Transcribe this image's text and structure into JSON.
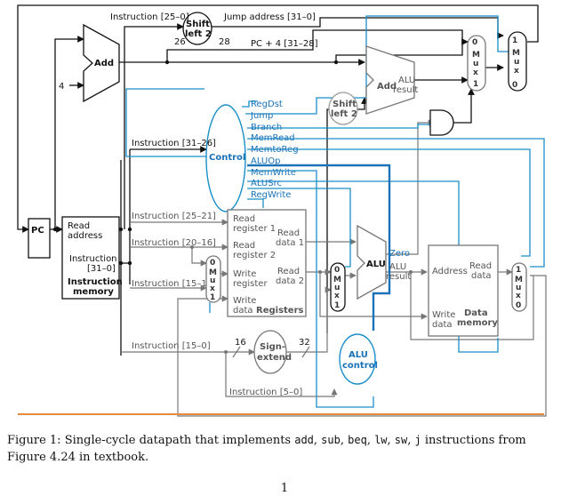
{
  "diagram": {
    "top_labels": {
      "instruction_25_0": "Instruction [25–0]",
      "jump_address": "Jump address [31–0]",
      "pc_plus_4": "PC + 4 [31–28]",
      "bits_26": "26",
      "bits_28": "28"
    },
    "shift_left_top": [
      "Shift",
      "left 2"
    ],
    "shift_left_mid": [
      "Shift",
      "left 2"
    ],
    "add_label": "Add",
    "four_label": "4",
    "add_alu": {
      "add": "Add",
      "alu": "ALU",
      "result": "result"
    },
    "pc_label": "PC",
    "instruction_memory": {
      "read_address": [
        "Read",
        "address"
      ],
      "instruction": [
        "Instruction",
        "[31–0]"
      ],
      "name": [
        "Instruction",
        "memory"
      ]
    },
    "control": {
      "label": "Control",
      "input_label": "Instruction [31–26]",
      "signals": [
        "RegDst",
        "Jump",
        "Branch",
        "MemRead",
        "MemtoReg",
        "ALUOp",
        "MemWrite",
        "ALUSrc",
        "RegWrite"
      ]
    },
    "instruction_fields": {
      "rs": "Instruction [25–21]",
      "rt": "Instruction [20–16]",
      "rd": "Instruction [15–11]",
      "imm": "Instruction [15–0]",
      "funct": "Instruction [5–0]"
    },
    "registers": {
      "read_reg1": [
        "Read",
        "register 1"
      ],
      "read_reg2": [
        "Read",
        "register 2"
      ],
      "write_reg": [
        "Write",
        "register"
      ],
      "write_data": [
        "Write",
        "data"
      ],
      "read_data1": [
        "Read",
        "data 1"
      ],
      "read_data2": [
        "Read",
        "data 2"
      ],
      "name": "Registers"
    },
    "sign_extend": {
      "label": [
        "Sign-",
        "extend"
      ],
      "in_bits": "16",
      "out_bits": "32"
    },
    "alu": {
      "name": "ALU",
      "zero": "Zero",
      "result": [
        "ALU",
        "result"
      ]
    },
    "alu_control": [
      "ALU",
      "control"
    ],
    "data_memory": {
      "address": "Address",
      "read_data": [
        "Read",
        "data"
      ],
      "write_data": [
        "Write",
        "data"
      ],
      "name": [
        "Data",
        "memory"
      ]
    },
    "mux": {
      "letters": [
        "M",
        "u",
        "x"
      ],
      "zero": "0",
      "one": "1"
    }
  },
  "caption": {
    "prefix": "Figure 1: Single-cycle datapath that implements ",
    "instructions": [
      "add",
      "sub",
      "beq",
      "lw",
      "sw",
      "j"
    ],
    "suffix": " instructions from Figure 4.24 in textbook."
  },
  "page_number": "1"
}
